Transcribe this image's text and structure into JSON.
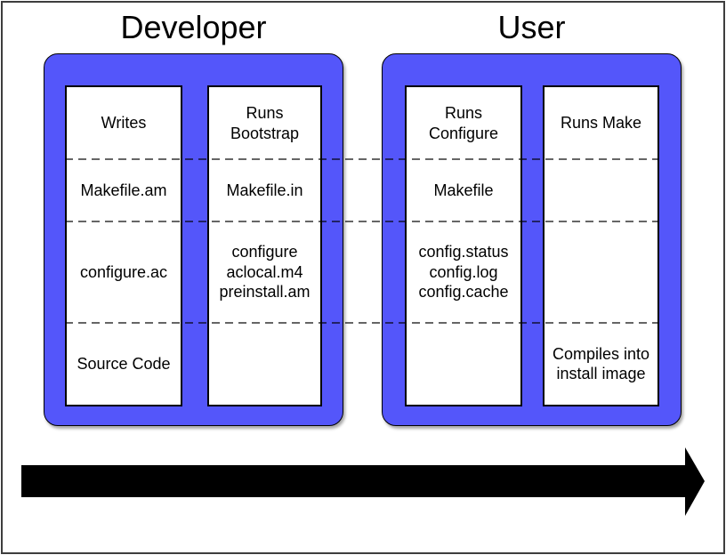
{
  "titles": {
    "developer": "Developer",
    "user": "User"
  },
  "developer": {
    "columns": [
      {
        "role": "writes",
        "rows": [
          "Writes",
          "Makefile.am",
          "configure.ac",
          "Source Code"
        ]
      },
      {
        "role": "runs-bootstrap",
        "rows": [
          "Runs\nBootstrap",
          "Makefile.in",
          "configure\naclocal.m4\npreinstall.am",
          ""
        ]
      }
    ]
  },
  "user": {
    "columns": [
      {
        "role": "runs-configure",
        "rows": [
          "Runs\nConfigure",
          "Makefile",
          "config.status\nconfig.log\nconfig.cache",
          ""
        ]
      },
      {
        "role": "runs-make",
        "rows": [
          "Runs Make",
          "",
          "",
          "Compiles into\ninstall image"
        ]
      }
    ]
  },
  "arrow": {
    "direction": "right",
    "color": "#000000"
  },
  "colors": {
    "panel_blue": "#5456fa",
    "dash_gray": "#555555",
    "border_black": "#000000",
    "outer_border_gray": "#3d3d3d",
    "background": "#ffffff"
  }
}
